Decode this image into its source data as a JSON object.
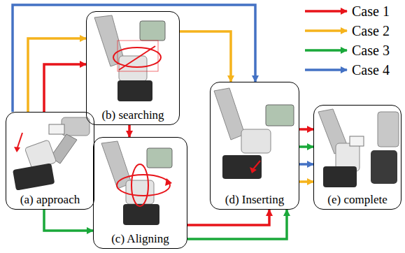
{
  "diagram": {
    "nodes": [
      {
        "text": [
          "(a) approach"
        ]
      },
      {
        "text": [
          "(b) searching"
        ]
      },
      {
        "text": [
          "(c) Aligning"
        ]
      },
      {
        "text": [
          "(d) Inserting"
        ]
      },
      {
        "text": [
          "(e) complete"
        ]
      }
    ],
    "edges": [
      {
        "from": 0,
        "to": 1,
        "arrow": "to"
      },
      {
        "from": 0,
        "to": 1,
        "arrow": "to"
      },
      {
        "from": 1,
        "to": 2,
        "arrow": "to"
      },
      {
        "from": 1,
        "to": 3,
        "arrow": "to"
      },
      {
        "from": 0,
        "to": 2,
        "arrow": "to"
      },
      {
        "from": 2,
        "to": 3,
        "arrow": "to"
      },
      {
        "from": 2,
        "to": 3,
        "arrow": "to"
      },
      {
        "from": 0,
        "to": 3,
        "arrow": "to"
      },
      {
        "from": 3,
        "to": 4,
        "arrow": "to"
      },
      {
        "from": 3,
        "to": 4,
        "arrow": "to"
      },
      {
        "from": 3,
        "to": 4,
        "arrow": "to"
      },
      {
        "from": 3,
        "to": 4,
        "arrow": "to"
      }
    ],
    "legend": [
      {
        "text": "Case 1"
      },
      {
        "text": "Case 2"
      },
      {
        "text": "Case 3"
      },
      {
        "text": "Case 4"
      }
    ]
  }
}
